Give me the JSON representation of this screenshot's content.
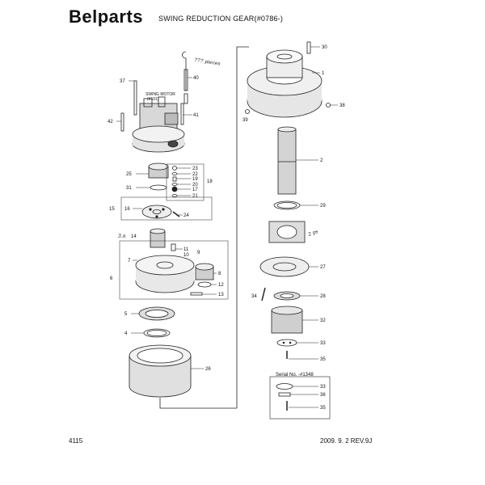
{
  "header": {
    "brand": "Belparts",
    "title": "SWING REDUCTION GEAR(#0786-)"
  },
  "footer": {
    "page_number": "4115",
    "date_revision": "2009. 9. 2  REV.9J"
  },
  "diagram": {
    "swing_motor_label": "SWING MOTOR",
    "swing_motor_ref": "(#101)",
    "serial_label": "Serial No. -#1348",
    "handwritten_notes": [
      "777 pieces",
      "3.n",
      "2 ps"
    ],
    "part_numbers": {
      "p1": "1",
      "p2": "2",
      "p4": "4",
      "p5": "5",
      "p6": "6",
      "p7": "7",
      "p8": "8",
      "p9": "9",
      "p10": "10",
      "p11": "11",
      "p12": "12",
      "p13": "13",
      "p14": "14",
      "p15": "15",
      "p16": "16",
      "p17": "17",
      "p18": "18",
      "p19": "19",
      "p20": "20",
      "p21": "21",
      "p22": "22",
      "p23": "23",
      "p24": "24",
      "p25": "25",
      "p26": "26",
      "p27": "27",
      "p28": "28",
      "p29": "29",
      "p30": "30",
      "p31": "31",
      "p32": "32",
      "p33": "33",
      "p33b": "33",
      "p34": "34",
      "p35": "35",
      "p35b": "35",
      "p36": "36",
      "p37": "37",
      "p38": "38",
      "p39": "39",
      "p40": "40",
      "p41": "41",
      "p42": "42"
    }
  }
}
